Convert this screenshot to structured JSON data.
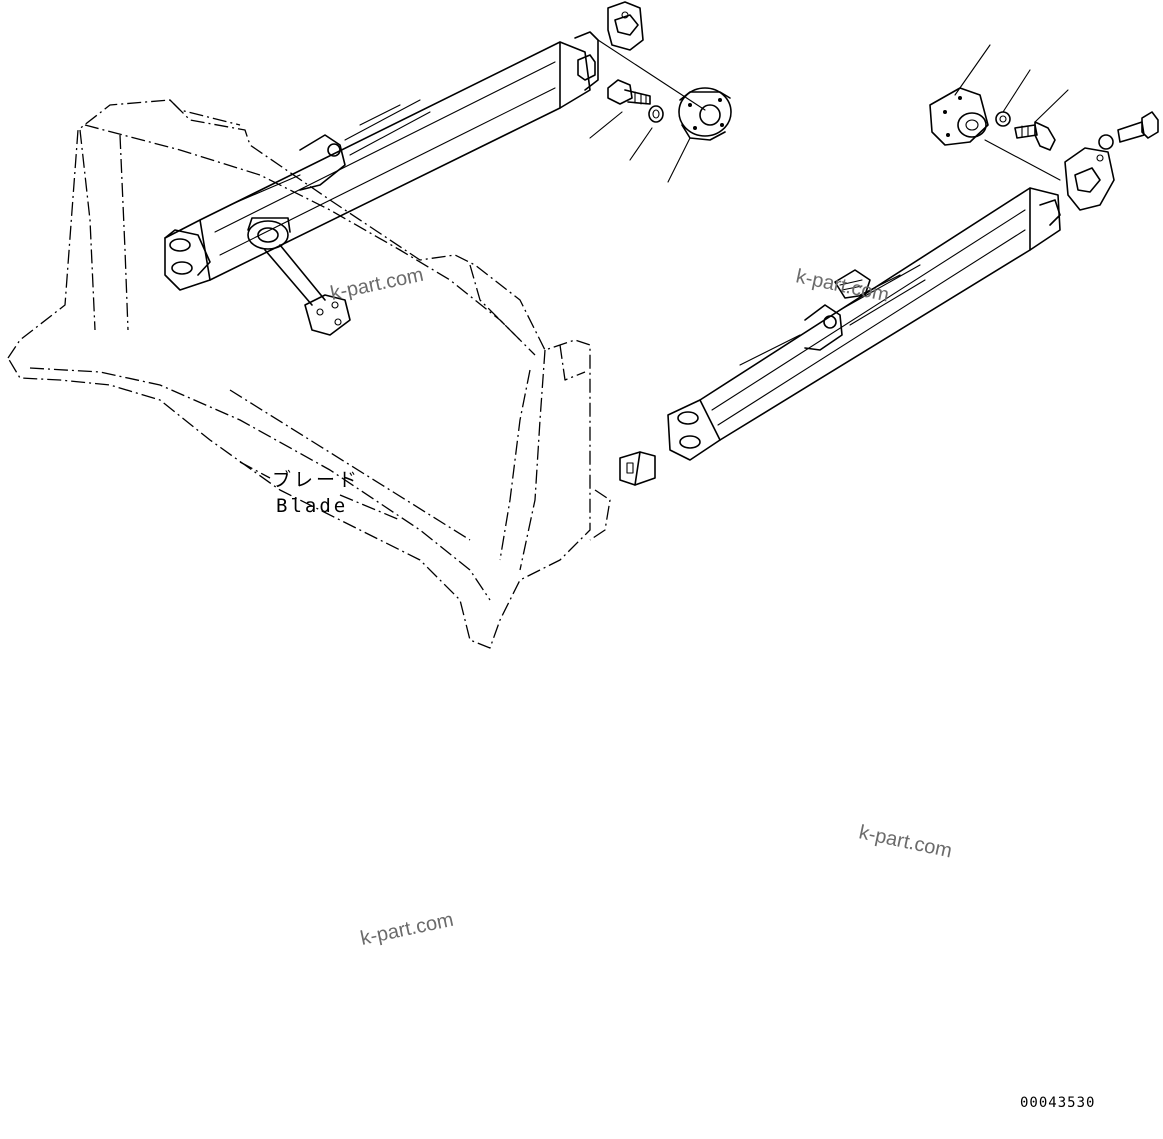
{
  "labels": {
    "blade_jp": "ブレード",
    "blade_en": "Blade"
  },
  "watermarks": [
    "k-part.com",
    "k-part.com",
    "k-part.com",
    "k-part.com"
  ],
  "drawing_code": "00043530"
}
